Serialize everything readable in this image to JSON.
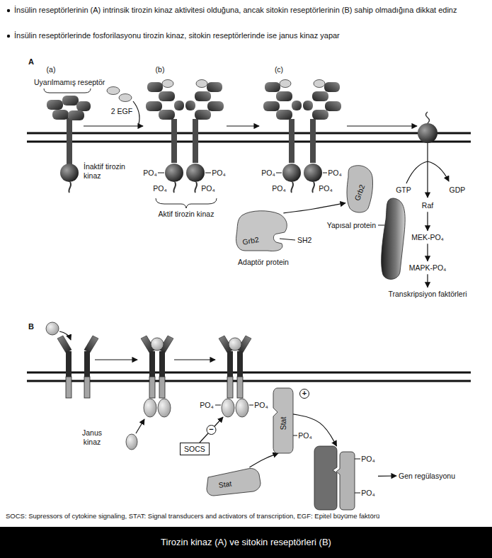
{
  "diagram": {
    "caption": "Tirozin kinaz (A) ve sitokin reseptörleri (B)",
    "nodes": [
      {
        "text": [
          "Grb2"
        ]
      },
      {
        "text": [
          "Grb2"
        ]
      },
      {
        "text": [
          "Raf"
        ]
      },
      {
        "text": [
          "MEK-PO₄"
        ]
      },
      {
        "text": [
          "MAPK-PO₄"
        ]
      },
      {
        "text": [
          "Transkripsiyon faktörleri"
        ]
      },
      {
        "text": [
          "Stat"
        ]
      },
      {
        "text": [
          "SOCS"
        ]
      },
      {
        "text": [
          "Stat"
        ]
      },
      {
        "text": [
          "PO₄",
          "PO₄"
        ]
      },
      {
        "text": [
          "Gen regülasyonu"
        ]
      }
    ],
    "edges": [
      {
        "from": 1,
        "to": 0,
        "arrow": "to"
      },
      {
        "from": 2,
        "to": 3,
        "arrow": "to"
      },
      {
        "from": 3,
        "to": 4,
        "arrow": "to"
      },
      {
        "from": 4,
        "to": 5,
        "arrow": "to"
      },
      {
        "from": 8,
        "to": 6,
        "arrow": "to"
      },
      {
        "from": 6,
        "to": 9,
        "arrow": "to"
      },
      {
        "from": 9,
        "to": 10,
        "arrow": "to"
      }
    ],
    "labels": [
      "İnsülin reseptörlerinin (A) intrinsik tirozin kinaz aktivitesi olduğuna, ancak sitokin reseptörlerinin (B) sahip olmadığına dikkat edinz",
      "İnsülin reseptörlerinde fosforilasyonu tirozin kinaz, sitokin reseptörlerinde ise janus kinaz yapar",
      "A",
      "(a)",
      "(b)",
      "(c)",
      "Uyarılmamış reseptör",
      "2 EGF",
      "İnaktif tirozin kinaz",
      "PO₄",
      "PO₄",
      "PO₄",
      "PO₄",
      "Aktif tirozin kinaz",
      "PO₄",
      "PO₄",
      "PO₄",
      "PO₄",
      "SH2",
      "Adaptör protein",
      "Yapısal protein",
      "GTP",
      "GDP",
      "B",
      "Janus kinaz",
      "PO₄",
      "PO₄",
      "−",
      "+",
      "PO₄",
      "SOCS: Supressors of cytokine signaling, STAT: Signal transducers and activators of transcription, EGF: Epitel büyüme faktörü"
    ]
  }
}
